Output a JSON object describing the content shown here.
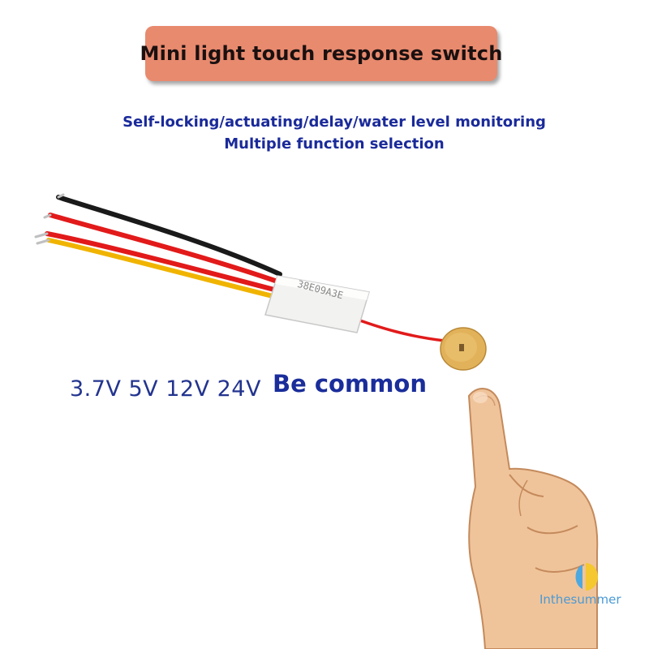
{
  "title": "Mini light touch response switch",
  "subtitle_line1": "Self-locking/actuating/delay/water level monitoring",
  "subtitle_line2": "Multiple function selection",
  "voltages": "3.7V 5V 12V 24V",
  "common_label": "Be common",
  "module_print": "38E09A3E",
  "brand": "Inthesummer",
  "colors": {
    "banner": "#e88a6e",
    "subtitle": "#1a2a9a",
    "wire_black": "#1a1a1a",
    "wire_red": "#e21a1a",
    "wire_yellow": "#f0b400",
    "pad_gold": "#e2b25a"
  },
  "icons": [
    "touch-switch-module",
    "touch-pad",
    "finger-hand",
    "brand-logo-icon"
  ]
}
